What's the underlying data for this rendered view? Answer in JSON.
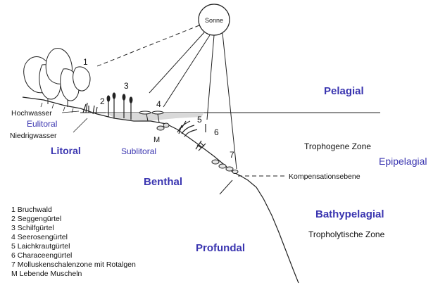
{
  "sun_label": "Sonne",
  "numbers": {
    "n1": "1",
    "n2": "2",
    "n3": "3",
    "n4": "4",
    "n5": "5",
    "n6": "6",
    "n7": "7",
    "m": "M"
  },
  "zones": {
    "pelagial": "Pelagial",
    "eulitoral": "Eulitoral",
    "litoral": "Litoral",
    "sublitoral": "Sublitoral",
    "benthal": "Benthal",
    "epipelagial": "Epipelagial",
    "bathypelagial": "Bathypelagial",
    "profundal": "Profundal"
  },
  "levels": {
    "hochwasser": "Hochwasser",
    "niedrigwasser": "Niedrigwasser",
    "kompensationsebene": "Kompensationsebene"
  },
  "regions": {
    "trophogene": "Trophogene Zone",
    "tropholytische": "Tropholytische Zone"
  },
  "legend": [
    "1 Bruchwald",
    "2 Seggengürtel",
    "3 Schilfgürtel",
    "4 Seerosengürtel",
    "5 Laichkrautgürtel",
    "6 Characeengürtel",
    "7 Molluskenschalenzone mit Rotalgen",
    "M Lebende Muscheln"
  ],
  "colors": {
    "zone_label": "#3a35b0",
    "ink": "#111111",
    "water_fill": "#d9d9d9"
  }
}
